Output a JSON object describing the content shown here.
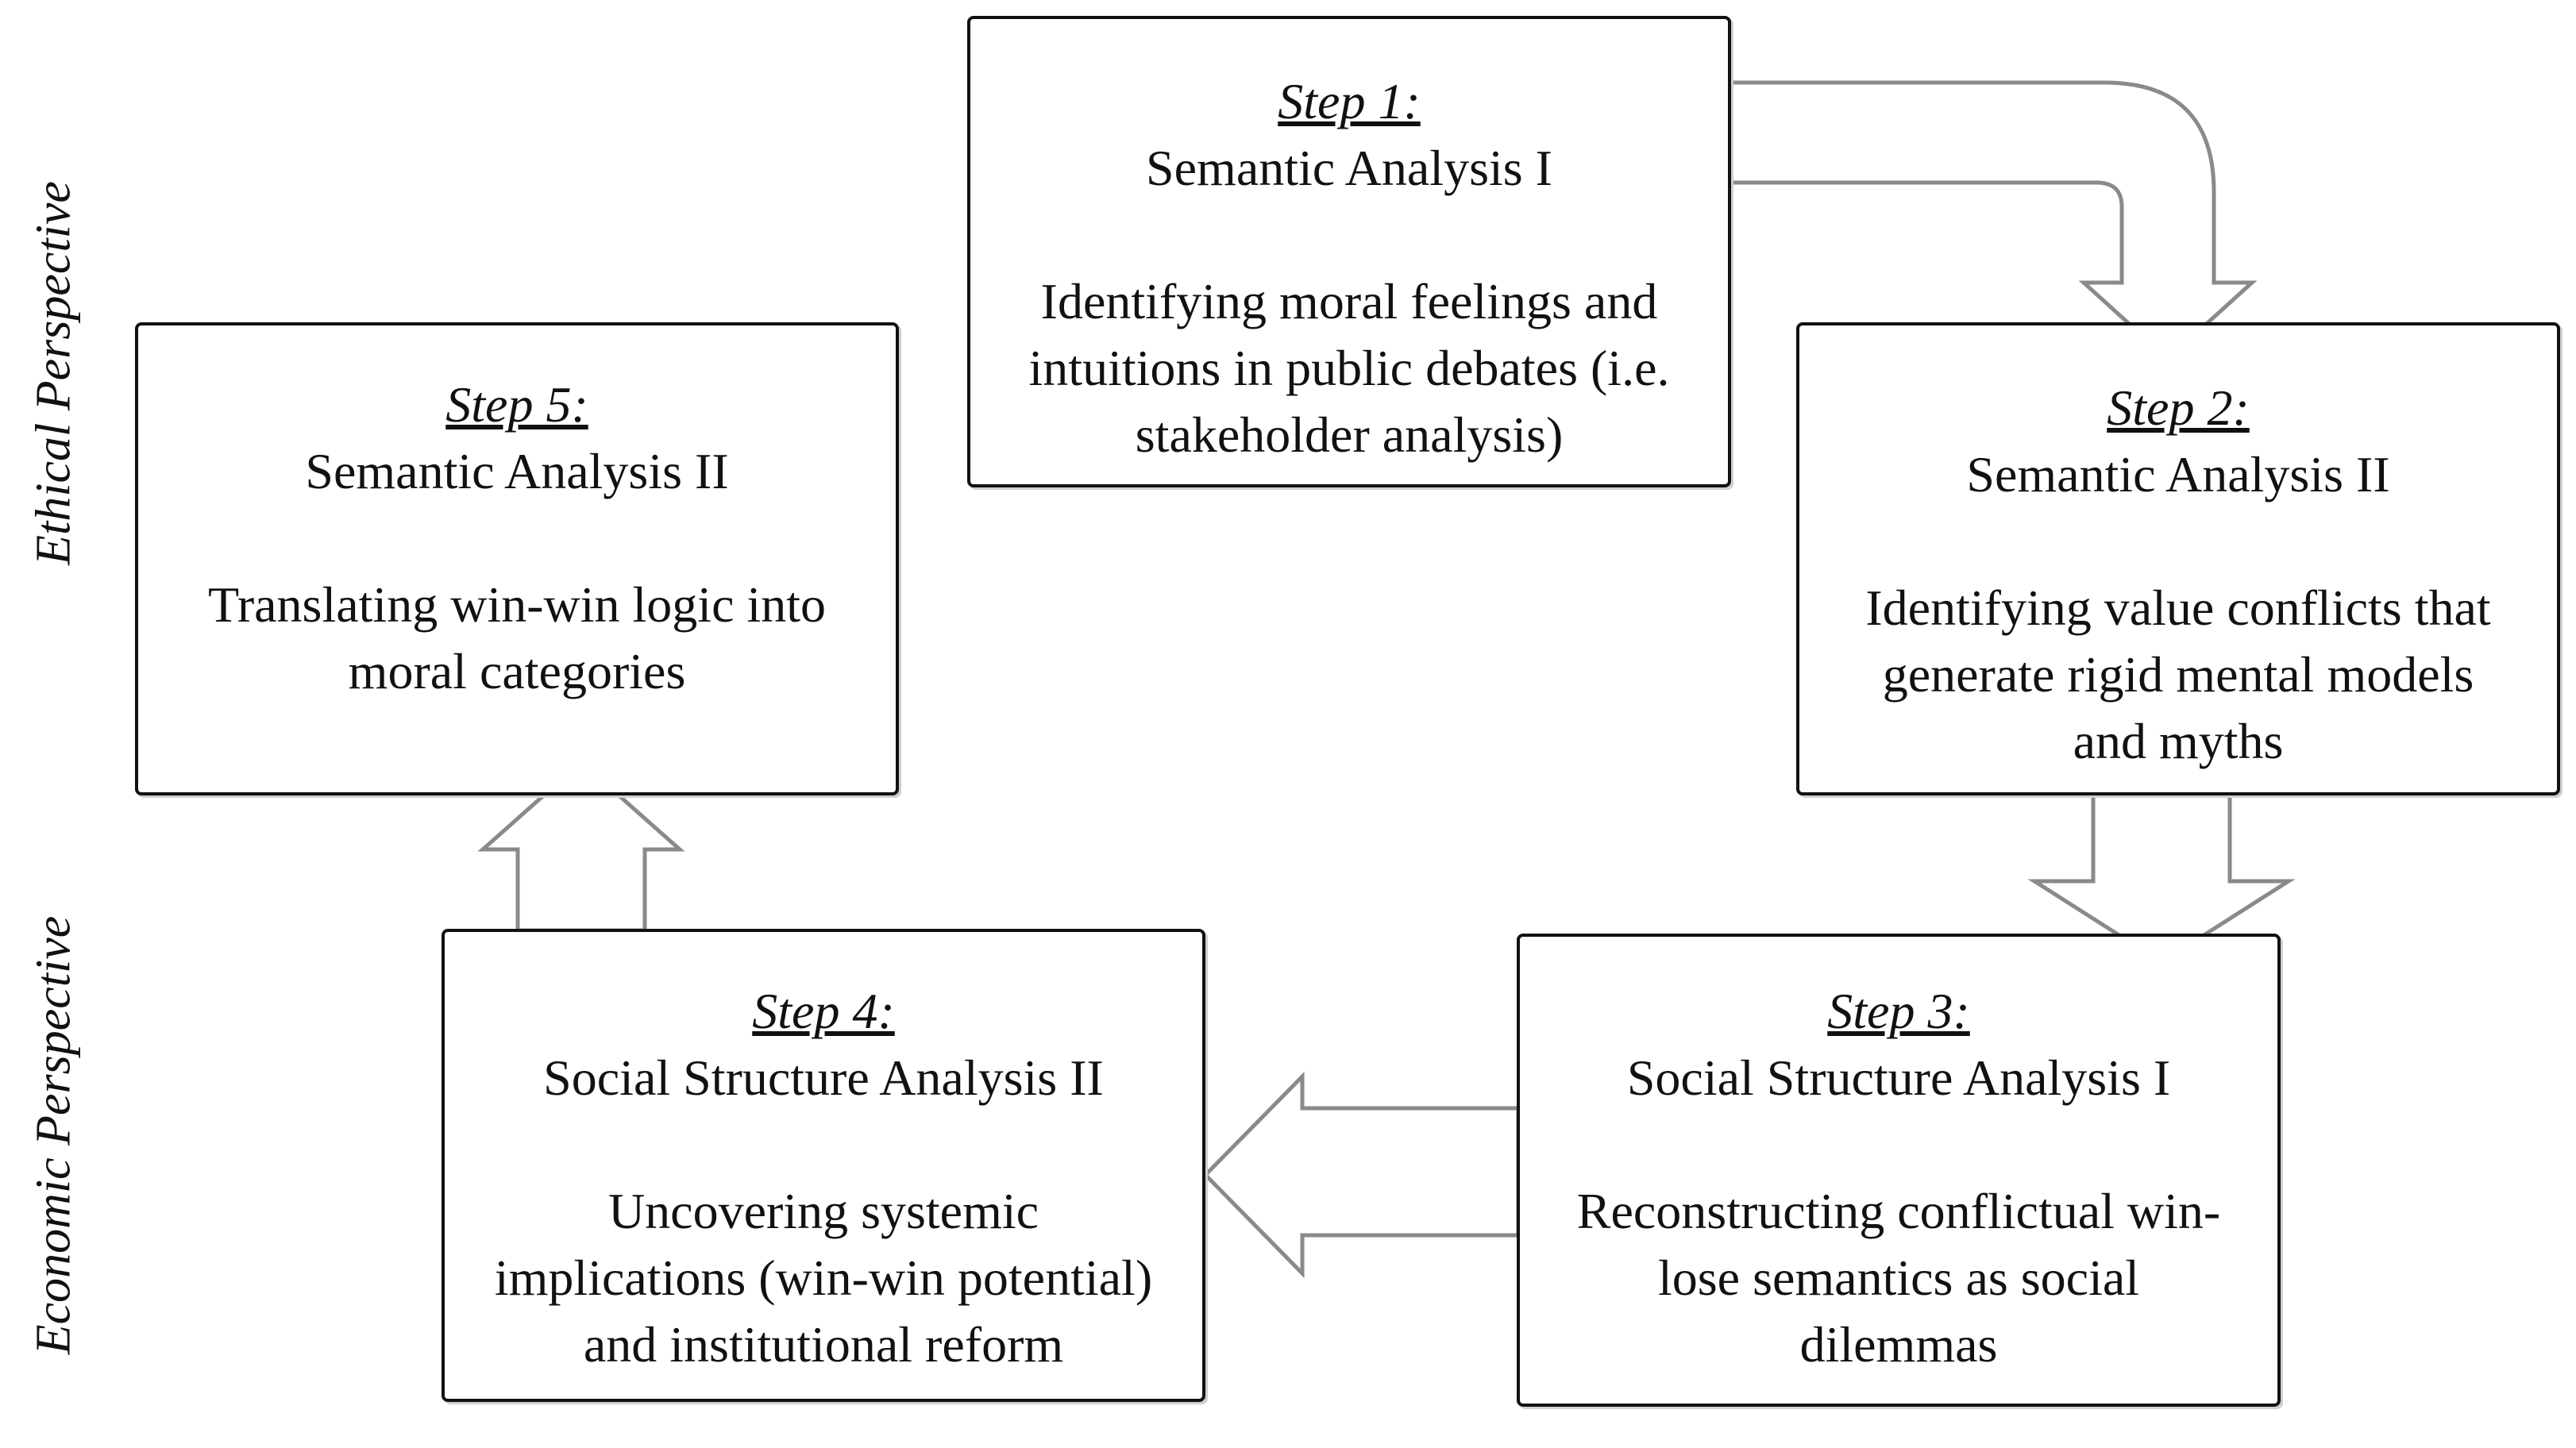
{
  "side_labels": {
    "top": "Ethical Perspective",
    "bottom": "Economic Perspective"
  },
  "steps": [
    {
      "step": "Step 1:",
      "title": "Semantic Analysis I",
      "description": [
        "Identifying moral feelings and",
        "intuitions in public debates (i.e.",
        "stakeholder analysis)"
      ]
    },
    {
      "step": "Step 2:",
      "title": "Semantic Analysis II",
      "description": [
        "Identifying value conflicts that",
        "generate rigid mental models",
        "and myths"
      ]
    },
    {
      "step": "Step 3:",
      "title": "Social Structure Analysis I",
      "description": [
        "Reconstructing conflictual win-",
        "lose semantics as social",
        "dilemmas"
      ]
    },
    {
      "step": "Step 4:",
      "title": "Social Structure Analysis II",
      "description": [
        "Uncovering systemic",
        "implications (win-win potential)",
        "and institutional reform"
      ]
    },
    {
      "step": "Step 5:",
      "title": "Semantic Analysis II",
      "description": [
        "Translating win-win logic into",
        "moral categories"
      ]
    }
  ],
  "colors": {
    "border": "#111111",
    "arrow_stroke": "#8a8a8a",
    "arrow_fill": "#ffffff"
  }
}
